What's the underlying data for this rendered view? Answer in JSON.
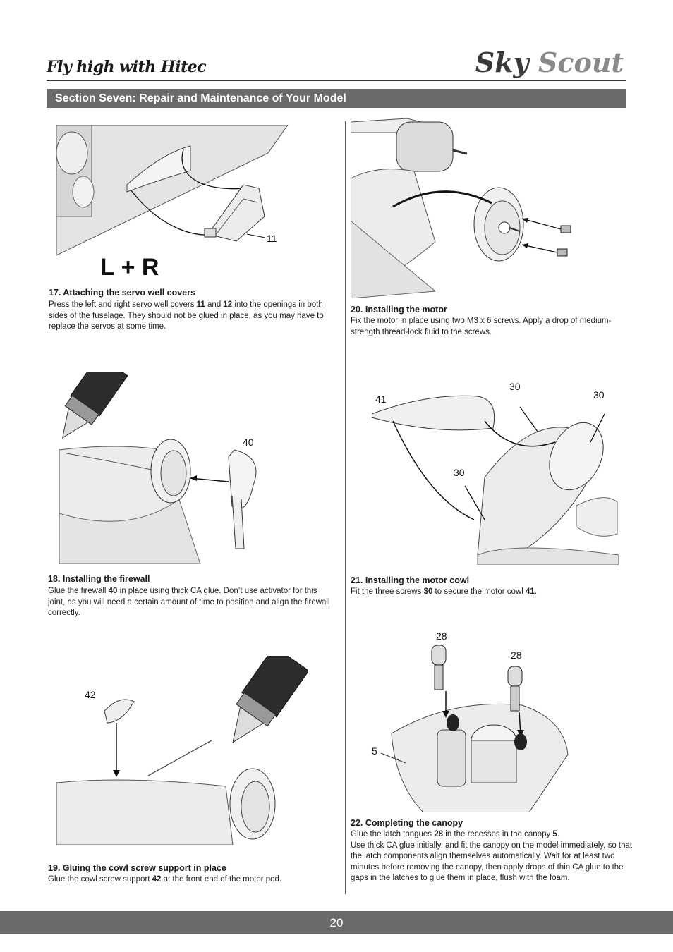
{
  "header": {
    "tagline": "Fly high with Hitec",
    "brand_part1": "Sky",
    "brand_part2": "Scout"
  },
  "section_title": "Section Seven: Repair and Maintenance of Your Model",
  "steps": {
    "s17": {
      "title": "17. Attaching the servo well covers",
      "body_html": "Press the left and right servo well covers <b>11</b> and <b>12</b> into the openings in both sides of the fuselage. They should not be glued in place, as you may have to replace the servos at some time.",
      "callouts": [
        "11"
      ],
      "overlay_label": "L + R"
    },
    "s18": {
      "title": "18. Installing the firewall",
      "body_html": "Glue the firewall <b>40</b> in place using thick CA glue. Don’t use activator for this joint, as you will need a certain amount of time to position and align the firewall correctly.",
      "callouts": [
        "40"
      ]
    },
    "s19": {
      "title": "19. Gluing the cowl screw support in place",
      "body_html": "Glue the cowl screw support <b>42</b> at the front end of the motor pod.",
      "callouts": [
        "42"
      ]
    },
    "s20": {
      "title": "20. Installing the motor",
      "body_html": "Fix the motor in place using two M3 x 6 screws. Apply a drop of medium-strength thread-lock fluid to the screws."
    },
    "s21": {
      "title": "21. Installing the motor cowl",
      "body_html": "Fit the three screws <b>30</b> to secure the motor cowl <b>41</b>.",
      "callouts": [
        "41",
        "30",
        "30",
        "30"
      ]
    },
    "s22": {
      "title": "22. Completing the canopy",
      "body_html": "<p>Glue the latch tongues <b>28</b> in the recesses in the canopy <b>5</b>.</p><p>Use thick CA glue initially, and fit the canopy on the model immediately, so that the latch components align themselves automatically. Wait for at least two minutes before removing the canopy, then apply drops of thin CA glue to the gaps in the latches to glue them in place, flush with the foam.</p>",
      "callouts": [
        "28",
        "28",
        "5"
      ]
    }
  },
  "footer": {
    "page_number": "20"
  },
  "colors": {
    "bar": "#6a6a6a",
    "ink": "#222222",
    "part_fill": "#e8e8e8"
  }
}
